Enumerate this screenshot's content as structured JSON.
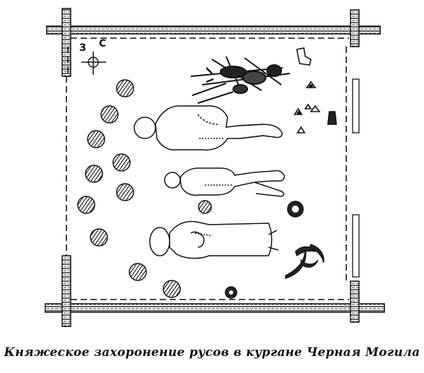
{
  "caption": "Княжеское захоронение русов в кургане Черная Могила",
  "compass": {
    "west": "З",
    "north": "С"
  },
  "colors": {
    "ink": "#111111",
    "paper": "#ffffff"
  },
  "figures": [
    {
      "name": "burial-figure-1",
      "label": ""
    },
    {
      "name": "burial-figure-2",
      "label": ""
    },
    {
      "name": "burial-figure-3",
      "label": ""
    }
  ]
}
